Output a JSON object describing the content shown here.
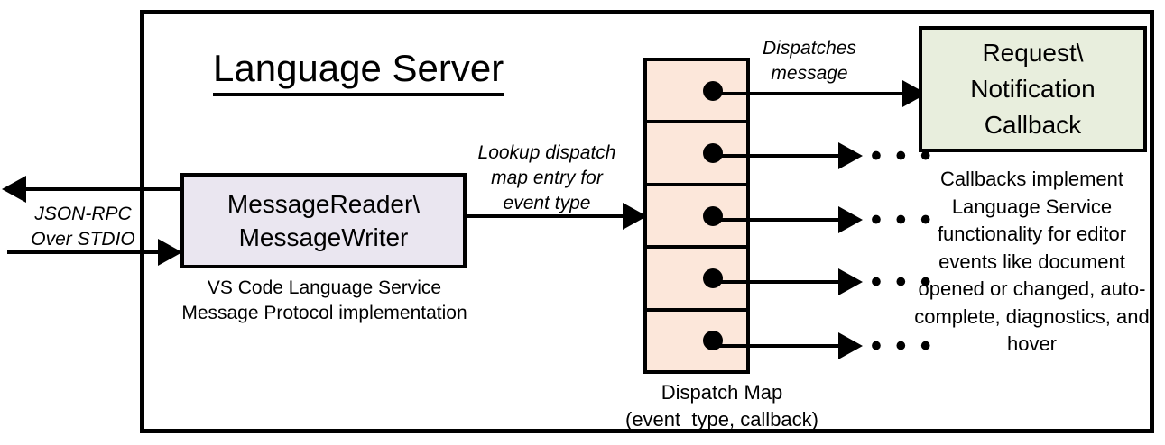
{
  "diagram": {
    "title": "Language Server",
    "frame_label": "language-server-boundary",
    "colors": {
      "reader_box_fill": "#EAE6F0",
      "dispatch_map_fill": "#FCE7DA",
      "callback_box_fill": "#E8EEDD",
      "stroke": "#000000",
      "background": "#FFFFFF"
    },
    "boxes": {
      "message_reader_writer": {
        "line1": "MessageReader\\",
        "line2": "MessageWriter",
        "caption_line1": "VS Code Language Service",
        "caption_line2": "Message Protocol implementation"
      },
      "request_notification_callback": {
        "line1": "Request\\",
        "line2": "Notification",
        "line3": "Callback"
      }
    },
    "dispatch_map": {
      "caption_line1": "Dispatch Map",
      "caption_line2": "(event_type, callback)",
      "cells": [
        {
          "id": "entry-1"
        },
        {
          "id": "entry-2"
        },
        {
          "id": "entry-3"
        },
        {
          "id": "entry-4"
        },
        {
          "id": "entry-5"
        }
      ]
    },
    "annotations": {
      "json_rpc": "JSON-RPC\nOver STDIO",
      "lookup": "Lookup dispatch\nmap entry for\nevent type",
      "dispatches": "Dispatches\nmessage"
    },
    "callbacks_description": "Callbacks implement Language Service functionality for editor events like document opened or changed, auto-complete, diagnostics, and hover",
    "ellipsis": "• • •"
  }
}
